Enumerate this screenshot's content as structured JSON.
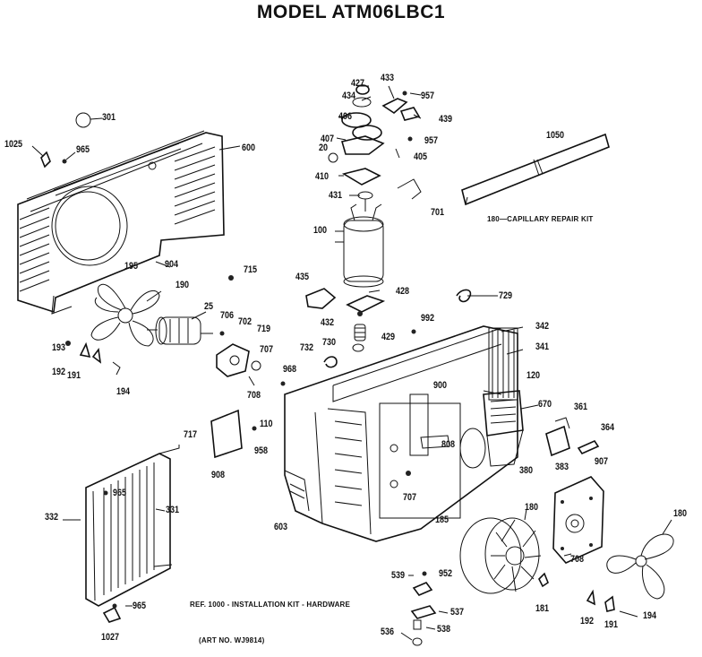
{
  "title": "MODEL ATM06LBC1",
  "notes": {
    "capillary_kit": "180—CAPILLARY REPAIR KIT",
    "installation_kit": "REF. 1000 - INSTALLATION KIT - HARDWARE",
    "art_no": "(ART NO. WJ9814)"
  },
  "labels": {
    "p301": "301",
    "p1025": "1025",
    "p965a": "965",
    "p600": "600",
    "p427": "427",
    "p434": "434",
    "p433": "433",
    "p957a": "957",
    "p439": "439",
    "p406": "406",
    "p957b": "957",
    "p407": "407",
    "p405": "405",
    "p20": "20",
    "p410": "410",
    "p431": "431",
    "p701": "701",
    "p100": "100",
    "p1050": "1050",
    "p195": "195",
    "p904": "904",
    "p715": "715",
    "p190": "190",
    "p25": "25",
    "p435": "435",
    "p428": "428",
    "p729": "729",
    "p432": "432",
    "p706": "706",
    "p702": "702",
    "p719": "719",
    "p992": "992",
    "p342": "342",
    "p193": "193",
    "p730": "730",
    "p429": "429",
    "p341": "341",
    "p192a": "192",
    "p191a": "191",
    "p707a": "707",
    "p732": "732",
    "p194a": "194",
    "p708a": "708",
    "p968": "968",
    "p120": "120",
    "p900": "900",
    "p670": "670",
    "p361": "361",
    "p717": "717",
    "p110": "110",
    "p958": "958",
    "p808": "808",
    "p364": "364",
    "p908": "908",
    "p380": "380",
    "p383": "383",
    "p907": "907",
    "p965b": "965",
    "p332": "332",
    "p331": "331",
    "p707b": "707",
    "p603": "603",
    "p185": "185",
    "p180a": "180",
    "p180b": "180",
    "p708b": "708",
    "p539": "539",
    "p952": "952",
    "p537": "537",
    "p181": "181",
    "p192b": "192",
    "p191b": "191",
    "p194b": "194",
    "p965c": "965",
    "p1027": "1027",
    "p536": "536",
    "p538": "538"
  }
}
